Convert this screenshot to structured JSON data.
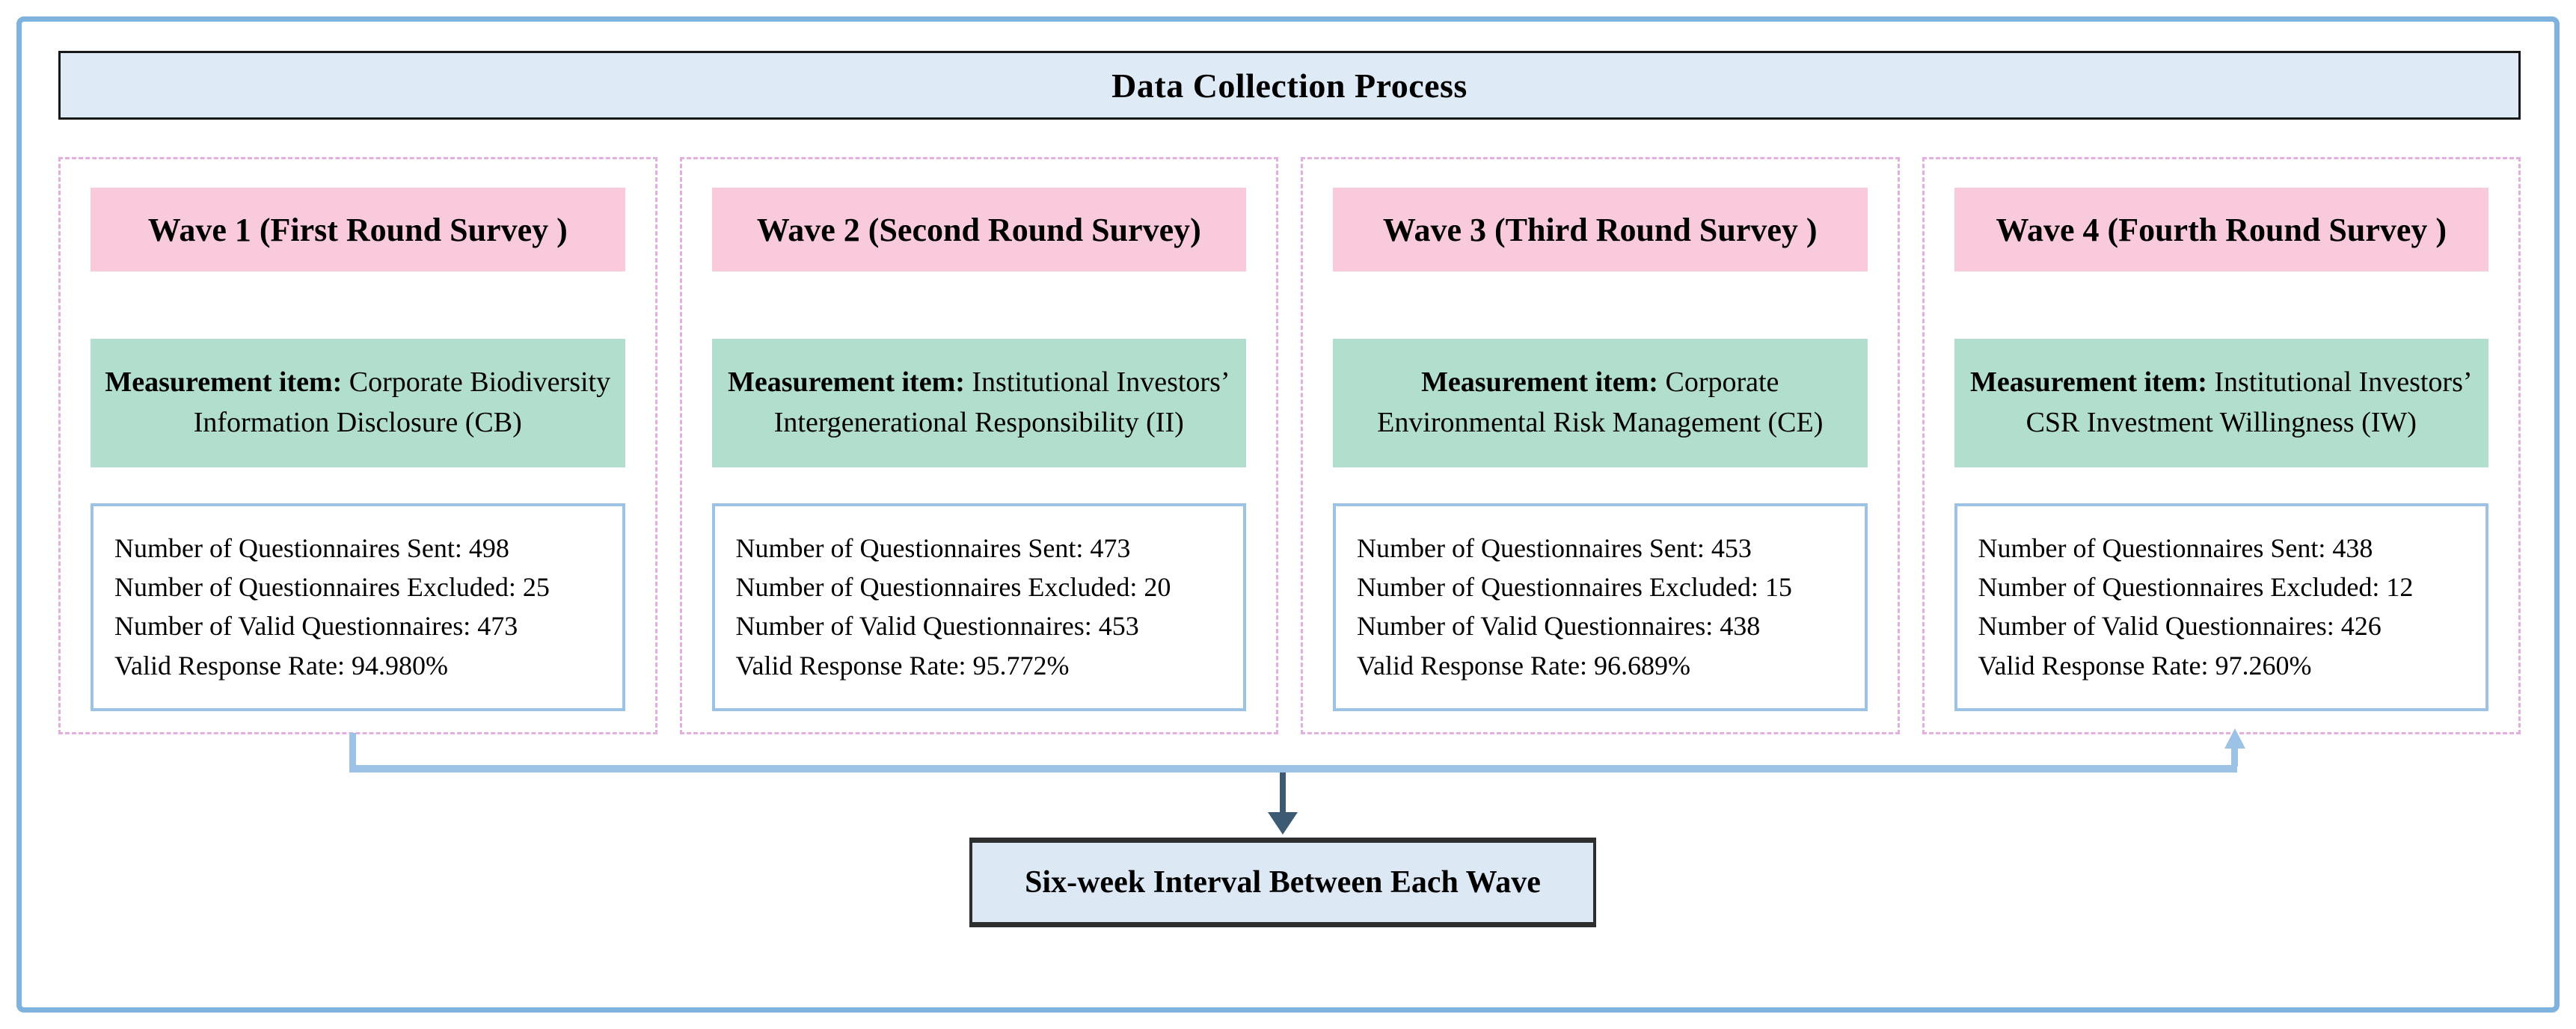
{
  "title": "Data Collection Process",
  "interval_box_label": "Six-week Interval Between Each Wave",
  "colors": {
    "outer_frame_border": "#7FB2DD",
    "banner_fill": "#DEEAF6",
    "banner_border": "#181818",
    "wave_dashed_border": "#E4AEDF",
    "wave_header_fill": "#F9C9DC",
    "measurement_fill": "#B2DECD",
    "stats_box_border": "#9CC2E5",
    "connector_line": "#9CC2E5",
    "down_arrow": "#3D5A73",
    "interval_box_fill": "#DCE9F5",
    "interval_box_border": "#2E2E2E"
  },
  "waves": [
    {
      "header": "Wave 1 (First Round Survey )",
      "measurement_label": "Measurement item:",
      "measurement_text": " Corporate Biodiversity Information Disclosure (CB)",
      "stats": [
        "Number of Questionnaires Sent: 498",
        "Number of Questionnaires Excluded: 25",
        "Number of Valid Questionnaires: 473",
        "Valid Response Rate: 94.980%"
      ]
    },
    {
      "header": "Wave 2 (Second Round Survey)",
      "measurement_label": "Measurement item:",
      "measurement_text": " Institutional Investors’ Intergenerational Responsibility (II)",
      "stats": [
        "Number of Questionnaires Sent: 473",
        "Number of Questionnaires Excluded: 20",
        "Number of Valid Questionnaires: 453",
        "Valid Response Rate: 95.772%"
      ]
    },
    {
      "header": "Wave 3 (Third Round Survey )",
      "measurement_label": "Measurement item:",
      "measurement_text": " Corporate Environmental Risk Management (CE)",
      "stats": [
        "Number of Questionnaires Sent: 453",
        "Number of Questionnaires Excluded: 15",
        "Number of Valid Questionnaires: 438",
        "Valid Response Rate: 96.689%"
      ]
    },
    {
      "header": "Wave 4 (Fourth Round Survey )",
      "measurement_label": "Measurement item:",
      "measurement_text": " Institutional Investors’ CSR Investment Willingness (IW)",
      "stats": [
        "Number of Questionnaires Sent: 438",
        "Number of Questionnaires Excluded: 12",
        "Number of Valid Questionnaires: 426",
        "Valid Response Rate: 97.260%"
      ]
    }
  ]
}
